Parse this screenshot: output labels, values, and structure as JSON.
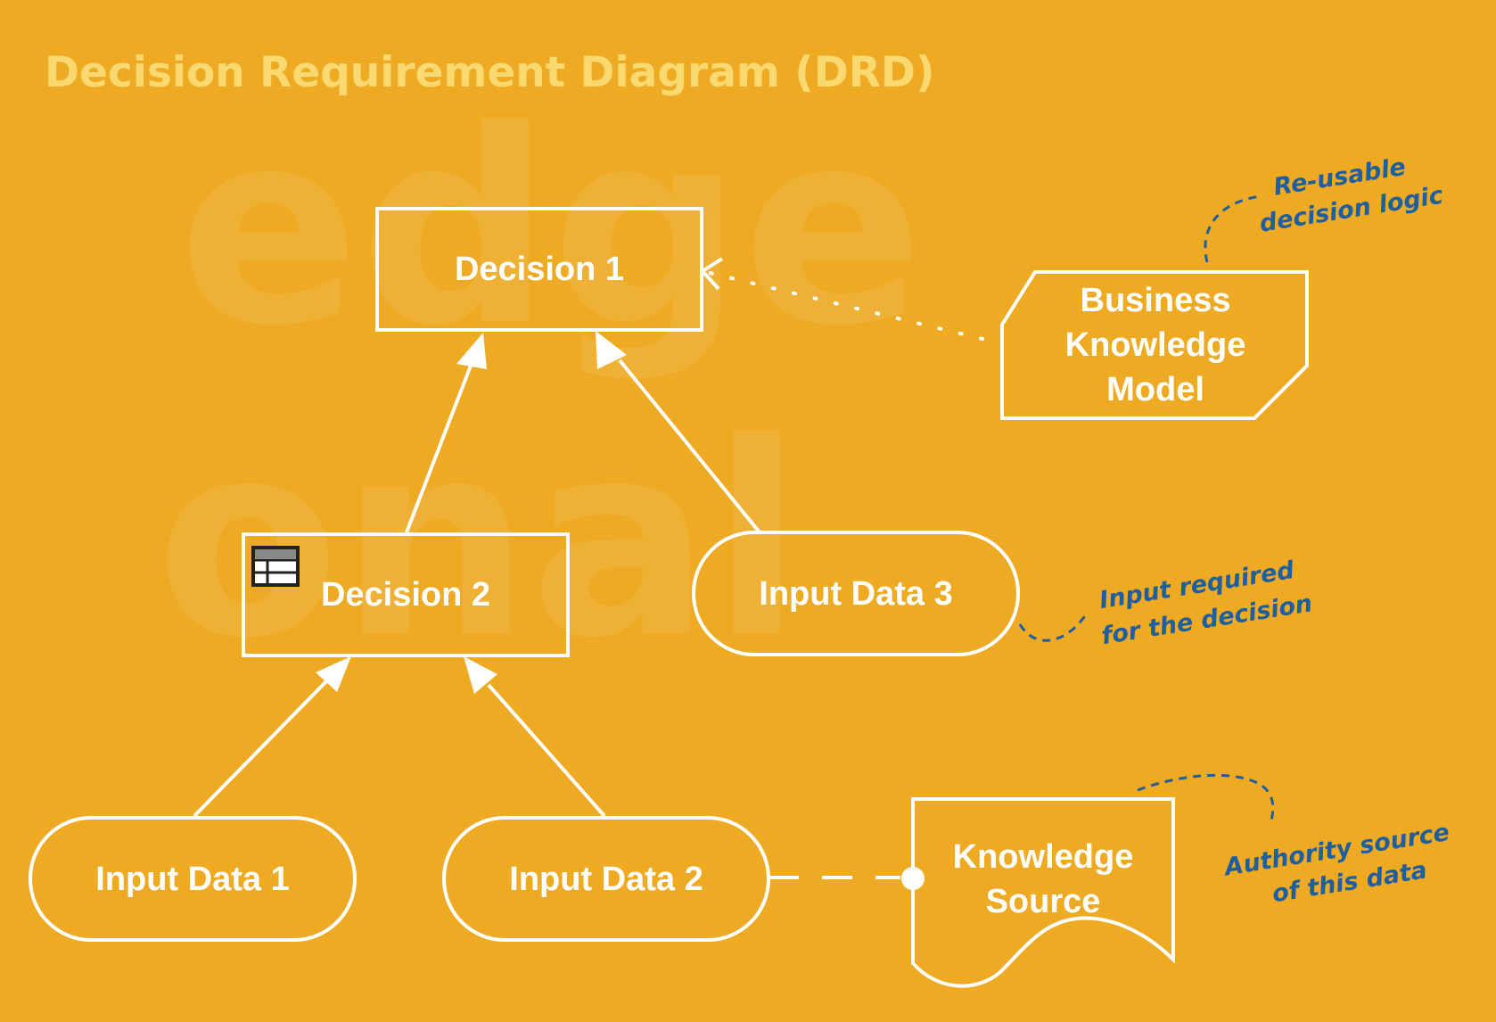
{
  "title": "Decision Requirement Diagram (DRD)",
  "watermark": {
    "line1": "edge",
    "line2": "onal"
  },
  "nodes": {
    "decision1": "Decision 1",
    "decision2": "Decision 2",
    "input_data_1": "Input Data 1",
    "input_data_2": "Input Data 2",
    "input_data_3": "Input Data 3",
    "bkm": {
      "line1": "Business",
      "line2": "Knowledge",
      "line3": "Model"
    },
    "knowledge_source": {
      "line1": "Knowledge",
      "line2": "Source"
    }
  },
  "annotations": {
    "reusable": {
      "line1": "Re-usable",
      "line2": "decision logic"
    },
    "input_required": {
      "line1": "Input required",
      "line2": "for the decision"
    },
    "authority": {
      "line1": "Authority source",
      "line2": "of this data"
    }
  },
  "colors": {
    "background": "#EEAA22",
    "title": "#FAD970",
    "node_stroke": "#FFFFFF",
    "annotation": "#1F5F9E",
    "decision_table_icon": "#222222"
  },
  "icons": {
    "decision2": "decision-table-icon"
  }
}
